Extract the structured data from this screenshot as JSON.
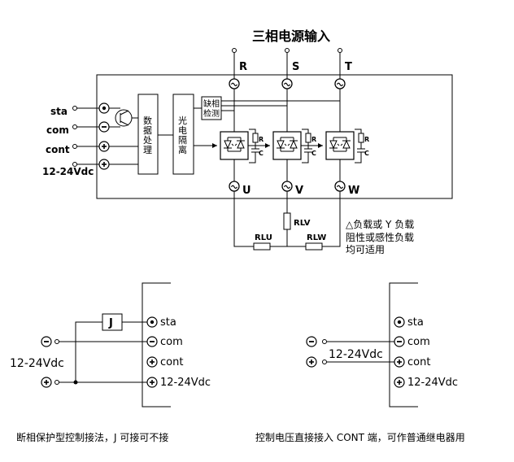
{
  "title": "三相电源输入",
  "phases_in": [
    "R",
    "S",
    "T"
  ],
  "phases_out": [
    "U",
    "V",
    "W"
  ],
  "terminals": [
    "sta",
    "com",
    "cont",
    "12-24Vdc"
  ],
  "blocks": {
    "data_processing": [
      "数",
      "据",
      "处",
      "理"
    ],
    "opto_isolation": [
      "光",
      "电",
      "隔",
      "离"
    ],
    "phase_loss": [
      "缺相",
      "检测"
    ]
  },
  "resistors": {
    "rlv": "RLV",
    "rlu": "RLU",
    "rlw": "RLW"
  },
  "rc_labels": {
    "r": "R",
    "c": "C"
  },
  "load_note": [
    "△负载或 Y 负载",
    "阻性或感性负载",
    "均可适用"
  ],
  "wiring_left": {
    "j_label": "J",
    "terminals": [
      "sta",
      "com",
      "cont",
      "12-24Vdc"
    ],
    "supply": "12-24Vdc",
    "caption": "断相保护型控制接法，J 可接可不接"
  },
  "wiring_right": {
    "terminals": [
      "sta",
      "com",
      "cont",
      "12-24Vdc"
    ],
    "supply": "12-24Vdc",
    "caption": "控制电压直接接入 CONT 端，可作普通继电器用"
  }
}
